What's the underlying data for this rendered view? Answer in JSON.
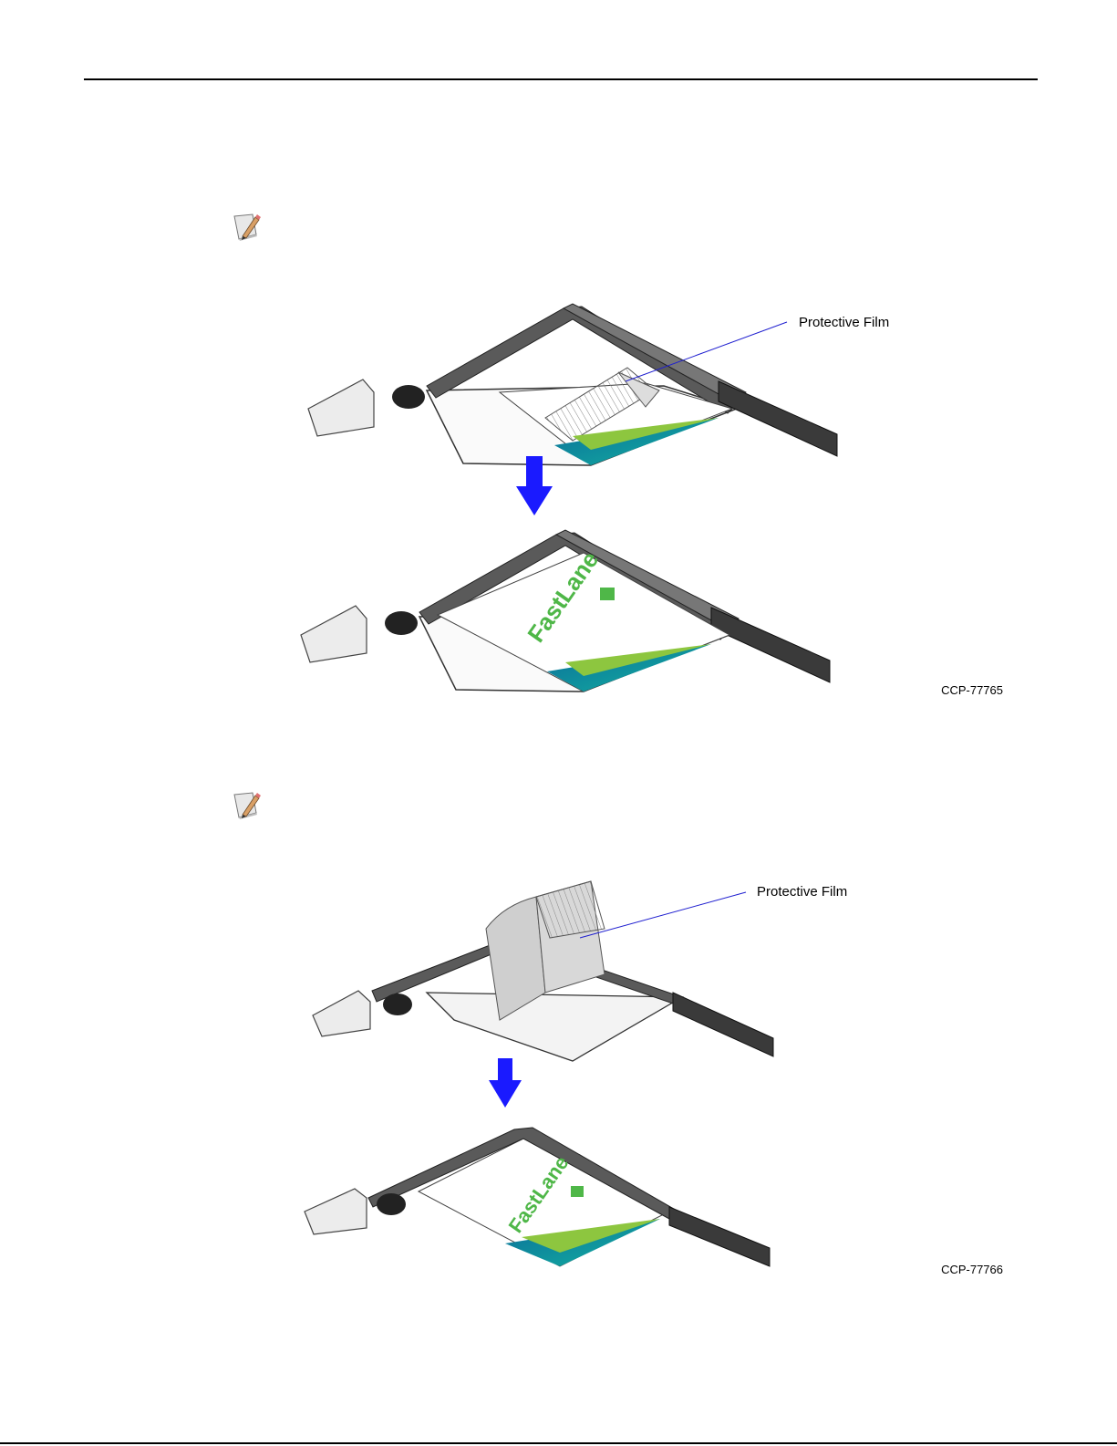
{
  "figures": [
    {
      "id": "CCP-77765",
      "callout": "Protective Film",
      "brand_label": "FastLane"
    },
    {
      "id": "CCP-77766",
      "callout": "Protective Film",
      "brand_label": "FastLane"
    }
  ],
  "colors": {
    "arrow": "#1a1aff",
    "frame": "#4a4a4a",
    "brand_green": "#4fb748",
    "band_teal": "#0b8fa6",
    "callout_line": "#2020d0"
  }
}
